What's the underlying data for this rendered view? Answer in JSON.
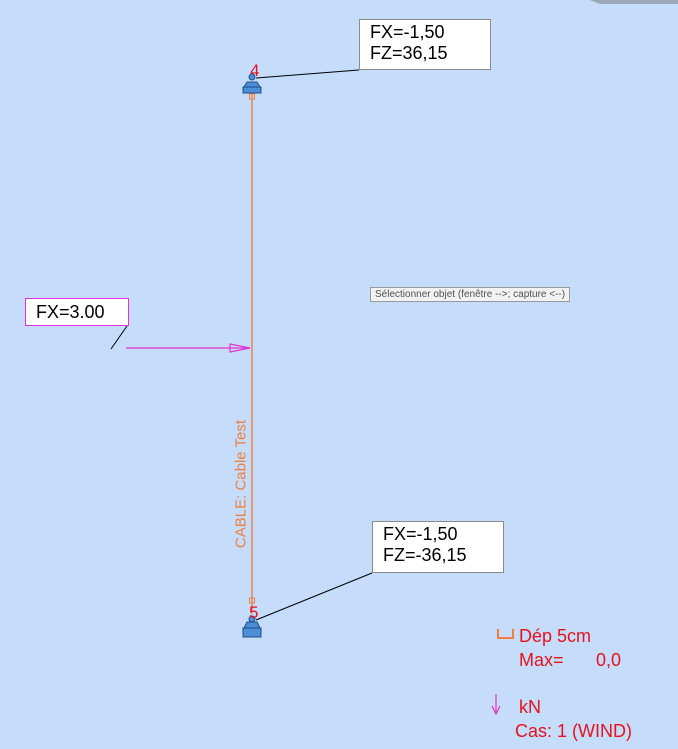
{
  "viewport": {
    "background": "#c5dcfb",
    "tooltip": "Sélectionner objet (fenêtre -->; capture <--)"
  },
  "nodes": {
    "top": {
      "label": "4"
    },
    "bottom": {
      "label": "5"
    }
  },
  "reactions": {
    "top": {
      "fx": "FX=-1,50",
      "fz": "FZ=36,15"
    },
    "bottom": {
      "fx": "FX=-1,50",
      "fz": "FZ=-36,15"
    }
  },
  "applied_load": {
    "label": "FX=3.00"
  },
  "cable": {
    "label": "CABLE: Cable Test"
  },
  "legend": {
    "displacement": "Dép  5cm",
    "max_label": "Max=",
    "max_value": "0,0",
    "unit": "kN",
    "load_case": "Cas: 1 (WIND)"
  },
  "colors": {
    "cable": "#f07f3c",
    "load": "#e033d3",
    "node_label": "#e8121c",
    "support": "#4d8fd6",
    "legend_text": "#e8121c"
  },
  "icons": {
    "support": "pinned-support-icon",
    "displacement": "bracket-displacement-icon",
    "force": "down-arrow-icon"
  }
}
